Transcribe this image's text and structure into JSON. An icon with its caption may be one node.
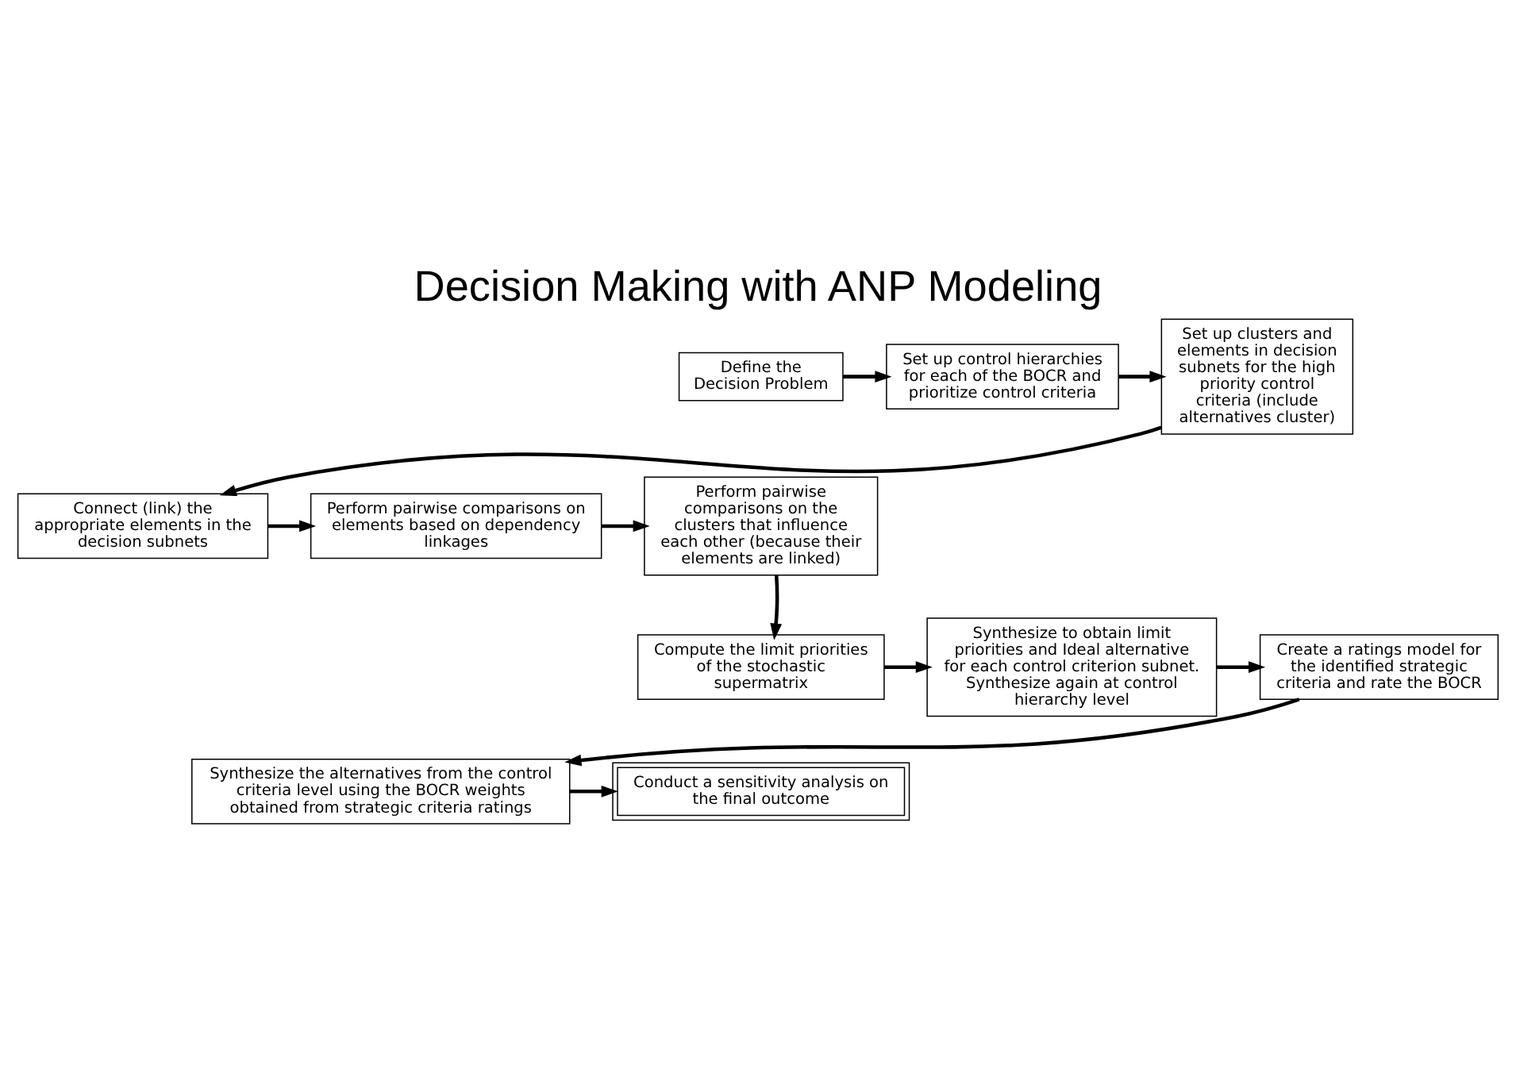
{
  "diagram": {
    "title": "Decision Making with ANP Modeling",
    "nodes": [
      {
        "text": [
          "Define the Decision Problem"
        ]
      },
      {
        "text": [
          "Set up control hierarchies for each of the BOCR and prioritize control criteria"
        ]
      },
      {
        "text": [
          "Set up clusters and elements in decision subnets for the high priority control criteria (include alternatives cluster)"
        ]
      },
      {
        "text": [
          "Connect (link) the appropriate elements in the decision subnets"
        ]
      },
      {
        "text": [
          "Perform pairwise comparisons on elements based on dependency linkages"
        ]
      },
      {
        "text": [
          "Perform pairwise comparisons on the clusters that influence each other (because their elements are linked)"
        ]
      },
      {
        "text": [
          "Compute the limit priorities of the stochastic supermatrix"
        ]
      },
      {
        "text": [
          "Synthesize to obtain limit priorities and Ideal alternative for each control criterion subnet. Synthesize again at control hierarchy level"
        ]
      },
      {
        "text": [
          "Create a ratings model for the identified strategic criteria and rate the BOCR"
        ]
      },
      {
        "text": [
          "Synthesize the alternatives from the control criteria level using the BOCR weights obtained from strategic criteria ratings"
        ]
      },
      {
        "text": [
          "Conduct a sensitivity analysis on the final outcome"
        ]
      }
    ],
    "edges": [
      {
        "from": 0,
        "to": 1,
        "arrow": "to"
      },
      {
        "from": 1,
        "to": 2,
        "arrow": "to"
      },
      {
        "from": 2,
        "to": 3,
        "arrow": "to"
      },
      {
        "from": 3,
        "to": 4,
        "arrow": "to"
      },
      {
        "from": 4,
        "to": 5,
        "arrow": "to"
      },
      {
        "from": 5,
        "to": 6,
        "arrow": "to"
      },
      {
        "from": 6,
        "to": 7,
        "arrow": "to"
      },
      {
        "from": 7,
        "to": 8,
        "arrow": "to"
      },
      {
        "from": 8,
        "to": 9,
        "arrow": "to"
      },
      {
        "from": 9,
        "to": 10,
        "arrow": "to"
      }
    ]
  }
}
